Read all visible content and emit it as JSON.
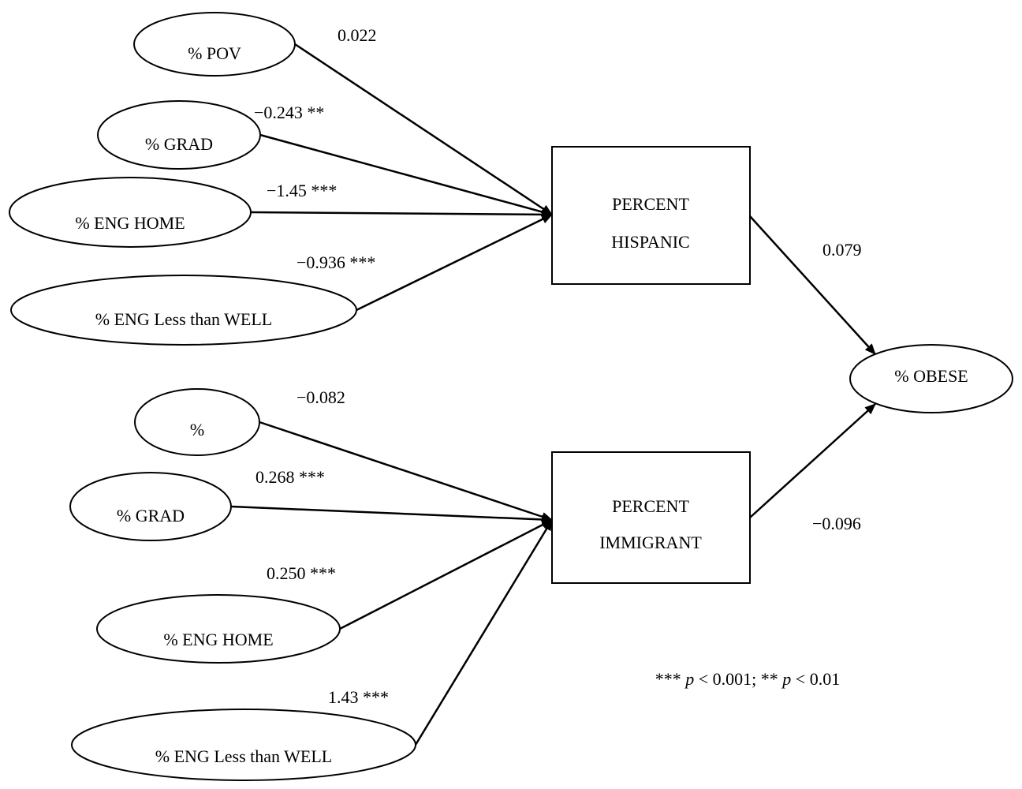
{
  "hispanic_group": {
    "nodes": [
      {
        "id": "pov",
        "label": "% POV"
      },
      {
        "id": "grad",
        "label": "% GRAD"
      },
      {
        "id": "eng_home",
        "label": "% ENG HOME"
      },
      {
        "id": "eng_less",
        "label": "% ENG Less than WELL"
      }
    ],
    "target_line1": "PERCENT",
    "target_line2": "HISPANIC",
    "coefficients": [
      "0.022",
      "−0.243 **",
      "−1.45 ***",
      "−0.936 ***"
    ]
  },
  "immigrant_group": {
    "nodes": [
      {
        "id": "pct",
        "label": "%"
      },
      {
        "id": "grad",
        "label": "% GRAD"
      },
      {
        "id": "eng_home",
        "label": "% ENG HOME"
      },
      {
        "id": "eng_less",
        "label": "% ENG Less than WELL"
      }
    ],
    "target_line1": "PERCENT",
    "target_line2": "IMMIGRANT",
    "coefficients": [
      "−0.082",
      "0.268 ***",
      "0.250 ***",
      "1.43 ***"
    ]
  },
  "outcome": {
    "label": "% OBESE",
    "coef_from_hispanic": "0.079",
    "coef_from_immigrant": "−0.096"
  },
  "significance_note": {
    "stars3": "***",
    "p": "p",
    "thr1": "< 0.001; ",
    "stars2": "**",
    "thr2": "< 0.01"
  }
}
